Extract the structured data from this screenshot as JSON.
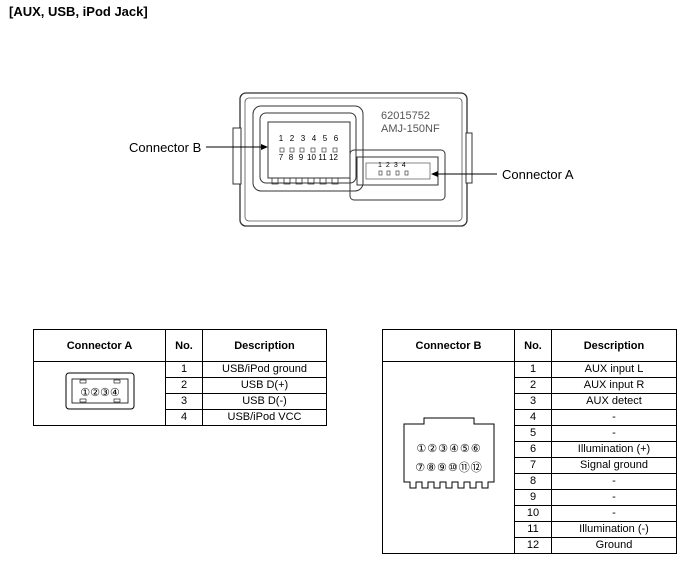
{
  "title": "[AUX, USB, iPod Jack]",
  "diagram": {
    "part_number": "62015752",
    "model": "AMJ-150NF",
    "connector_b_label": "Connector B",
    "connector_a_label": "Connector A",
    "connector_b_pins_top": [
      "1",
      "2",
      "3",
      "4",
      "5",
      "6"
    ],
    "connector_b_pins_bottom": [
      "7",
      "8",
      "9",
      "10",
      "11",
      "12"
    ],
    "connector_a_pins": [
      "1",
      "2",
      "3",
      "4"
    ]
  },
  "table_a": {
    "headers": [
      "Connector A",
      "No.",
      "Description"
    ],
    "icon_pins": [
      "①",
      "②",
      "③",
      "④"
    ],
    "rows": [
      {
        "no": "1",
        "desc": "USB/iPod ground"
      },
      {
        "no": "2",
        "desc": "USB D(+)"
      },
      {
        "no": "3",
        "desc": "USB D(-)"
      },
      {
        "no": "4",
        "desc": "USB/iPod VCC"
      }
    ]
  },
  "table_b": {
    "headers": [
      "Connector B",
      "No.",
      "Description"
    ],
    "icon_pins_top": [
      "①",
      "②",
      "③",
      "④",
      "⑤",
      "⑥"
    ],
    "icon_pins_bottom": [
      "⑦",
      "⑧",
      "⑨",
      "⑩",
      "⑪",
      "⑫"
    ],
    "rows": [
      {
        "no": "1",
        "desc": "AUX input L"
      },
      {
        "no": "2",
        "desc": "AUX input R"
      },
      {
        "no": "3",
        "desc": "AUX detect"
      },
      {
        "no": "4",
        "desc": "-"
      },
      {
        "no": "5",
        "desc": "-"
      },
      {
        "no": "6",
        "desc": "Illumination (+)"
      },
      {
        "no": "7",
        "desc": "Signal ground"
      },
      {
        "no": "8",
        "desc": "-"
      },
      {
        "no": "9",
        "desc": "-"
      },
      {
        "no": "10",
        "desc": "-"
      },
      {
        "no": "11",
        "desc": "Illumination (-)"
      },
      {
        "no": "12",
        "desc": "Ground"
      }
    ]
  }
}
